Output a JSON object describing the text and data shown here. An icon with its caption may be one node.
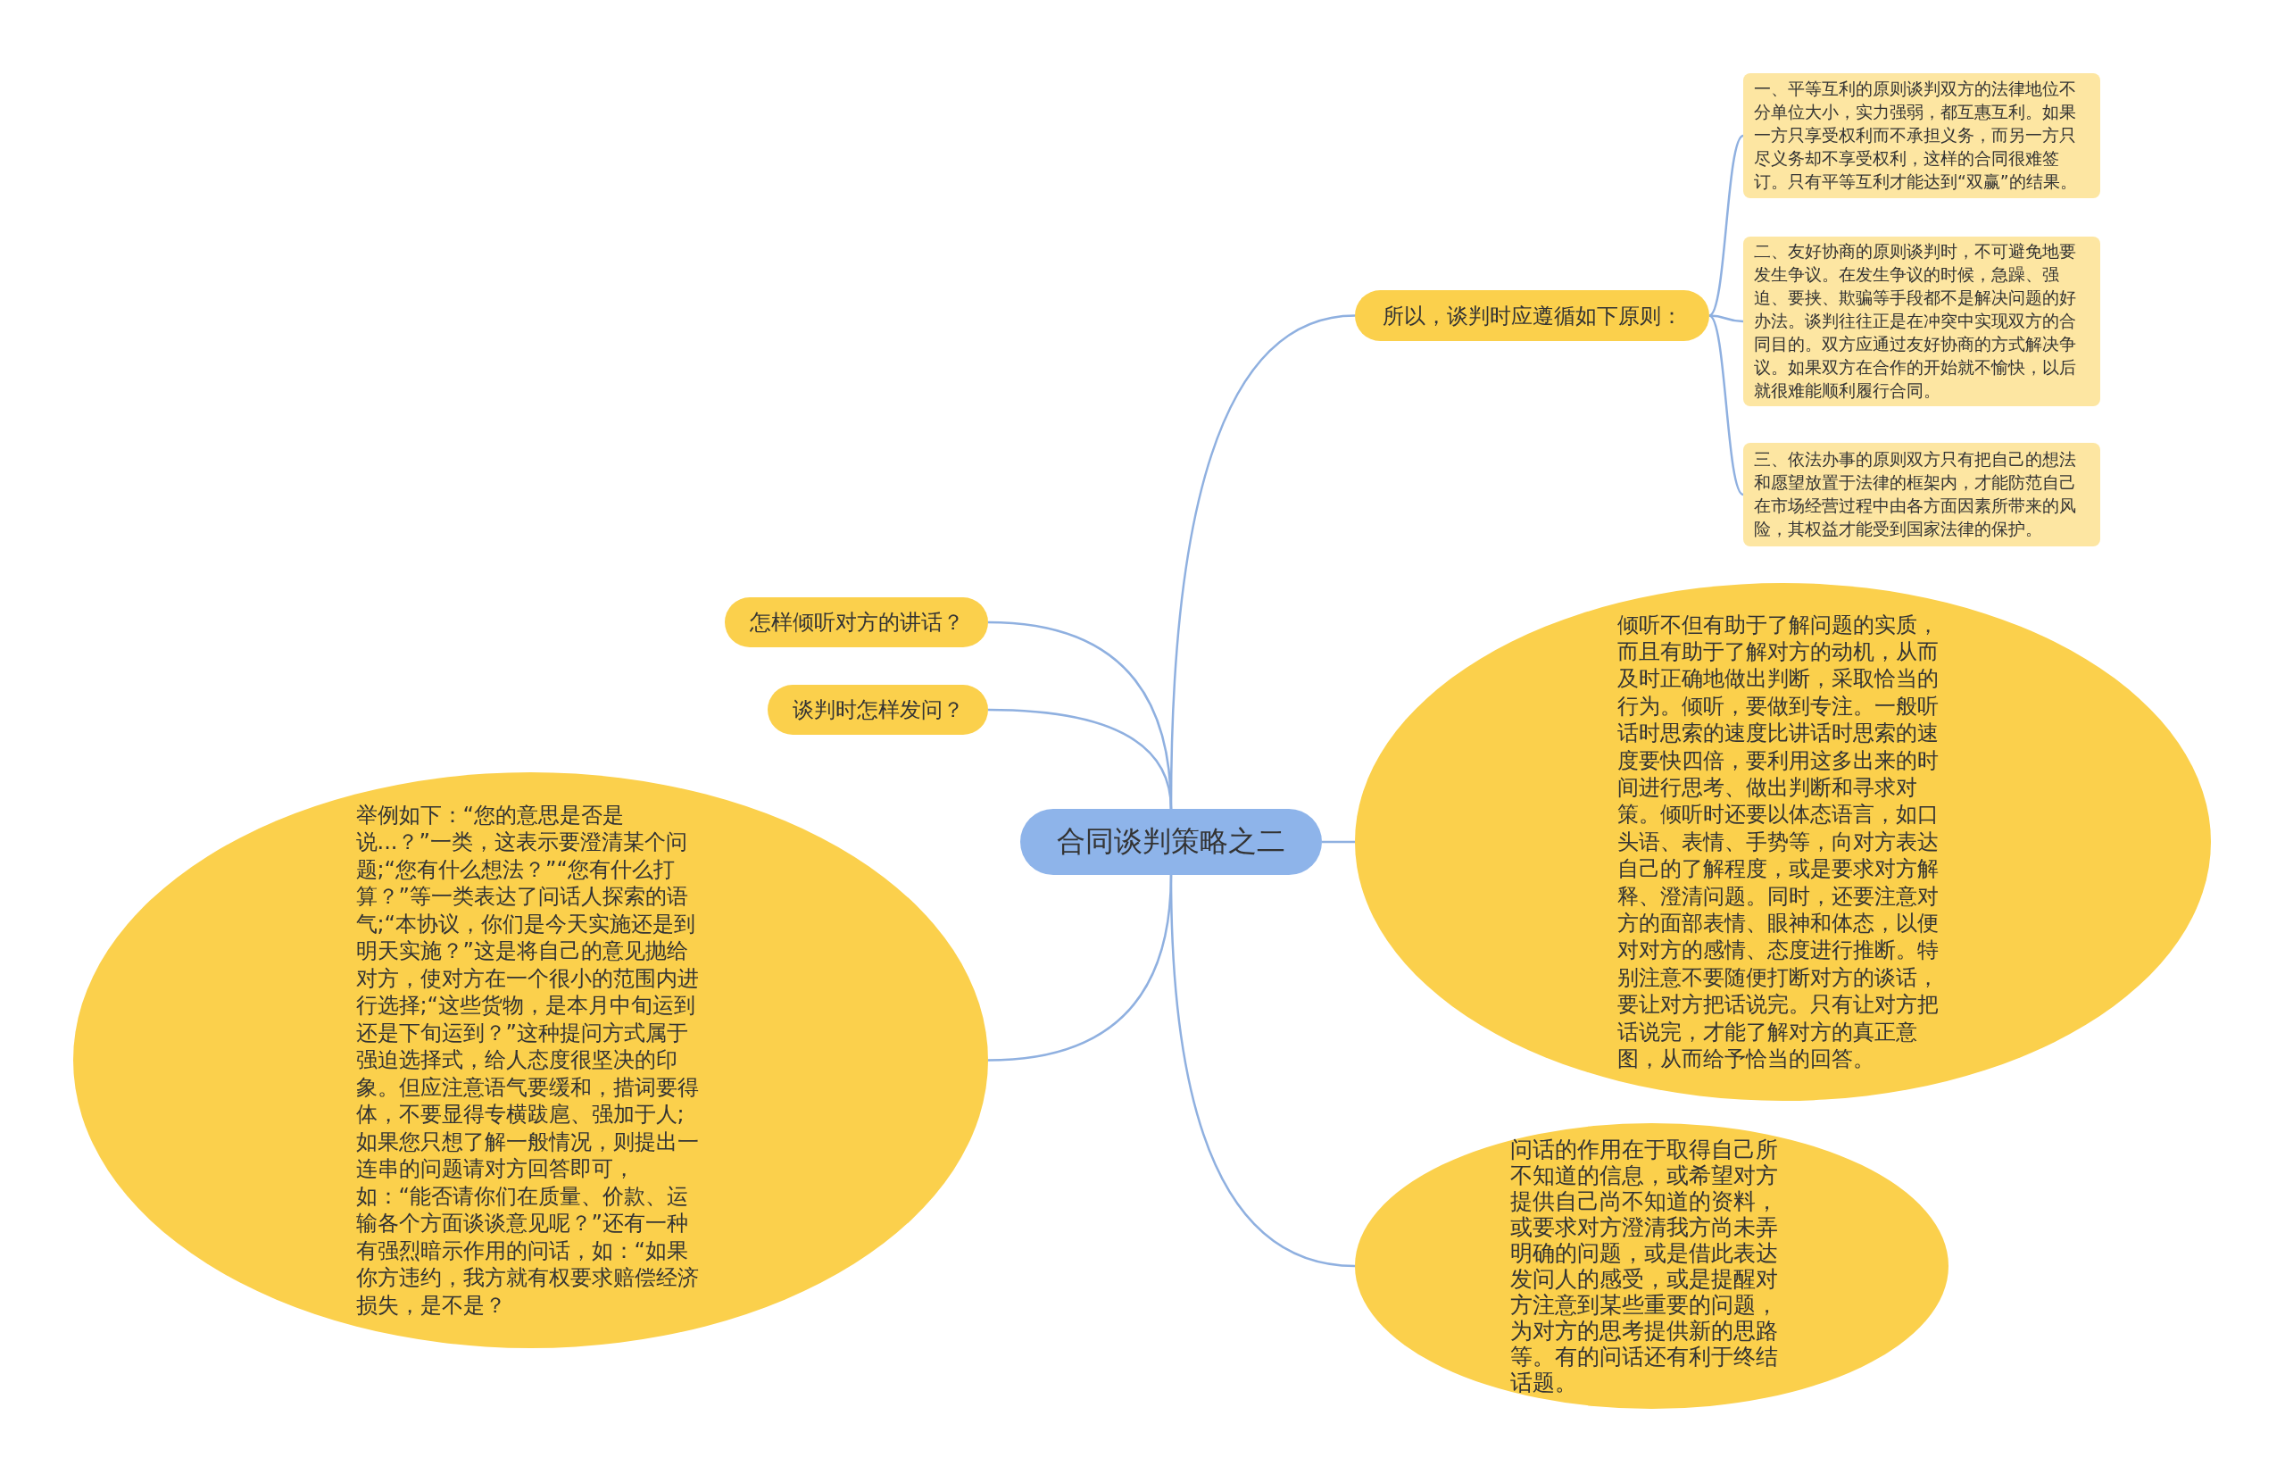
{
  "diagram": {
    "nodes": [
      {
        "text": [
          "合同谈判策略之二"
        ]
      },
      {
        "text": [
          "所以，谈判时应遵循如下原则："
        ]
      },
      {
        "text": [
          "一、平等互利的原则谈判双方的法律地位不分单位大小，实力强弱，都互惠互利。如果一方只享受权利而不承担义务，而另一方只尽义务却不享受权利，这样的合同很难签订。只有平等互利才能达到“双赢”的结果。"
        ]
      },
      {
        "text": [
          "二、友好协商的原则谈判时，不可避免地要发生争议。在发生争议的时候，急躁、强迫、要挟、欺骗等手段都不是解决问题的好办法。谈判往往正是在冲突中实现双方的合同目的。双方应通过友好协商的方式解决争议。如果双方在合作的开始就不愉快，以后就很难能顺利履行合同。"
        ]
      },
      {
        "text": [
          "三、依法办事的原则双方只有把自己的想法和愿望放置于法律的框架内，才能防范自己在市场经营过程中由各方面因素所带来的风险，其权益才能受到国家法律的保护。"
        ]
      },
      {
        "text": [
          "怎样倾听对方的讲话？"
        ]
      },
      {
        "text": [
          "谈判时怎样发问？"
        ]
      },
      {
        "text": [
          "举例如下：“您的意思是否是说...？”一类，这表示要澄清某个问题;“您有什么想法？”“您有什么打算？”等一类表达了问话人探索的语气;“本协议，你们是今天实施还是到明天实施？”这是将自己的意见抛给对方，使对方在一个很小的范围内进行选择;“这些货物，是本月中旬运到还是下旬运到？”这种提问方式属于强迫选择式，给人态度很坚决的印象。但应注意语气要缓和，措词要得体，不要显得专横跋扈、强加于人;如果您只想了解一般情况，则提出一连串的问题请对方回答即可，如：“能否请你们在质量、价款、运输各个方面谈谈意见呢？”还有一种有强烈暗示作用的问话，如：“如果你方违约，我方就有权要求赔偿经济损失，是不是？"
        ]
      },
      {
        "text": [
          "倾听不但有助于了解问题的实质，而且有助于了解对方的动机，从而及时正确地做出判断，采取恰当的行为。倾听，要做到专注。一般听话时思索的速度比讲话时思索的速度要快四倍，要利用这多出来的时间进行思考、做出判断和寻求对策。倾听时还要以体态语言，如口头语、表情、手势等，向对方表达自己的了解程度，或是要求对方解释、澄清问题。同时，还要注意对方的面部表情、眼神和体态，以便对对方的感情、态度进行推断。特别注意不要随便打断对方的谈话，要让对方把话说完。只有让对方把话说完，才能了解对方的真正意图，从而给予恰当的回答。"
        ]
      },
      {
        "text": [
          "问话的作用在于取得自己所不知道的信息，或希望对方提供自己尚不知道的资料，或要求对方澄清我方尚未弄明确的问题，或是借此表达发问人的感受，或是提醒对方注意到某些重要的问题，为对方的思考提供新的思路等。有的问话还有利于终结话题。"
        ]
      }
    ],
    "edges": [
      {
        "from": 0,
        "to": 1,
        "arrow": "none"
      },
      {
        "from": 1,
        "to": 2,
        "arrow": "none"
      },
      {
        "from": 1,
        "to": 3,
        "arrow": "none"
      },
      {
        "from": 1,
        "to": 4,
        "arrow": "none"
      },
      {
        "from": 0,
        "to": 5,
        "arrow": "none"
      },
      {
        "from": 0,
        "to": 6,
        "arrow": "none"
      },
      {
        "from": 0,
        "to": 7,
        "arrow": "none"
      },
      {
        "from": 0,
        "to": 8,
        "arrow": "none"
      },
      {
        "from": 0,
        "to": 9,
        "arrow": "none"
      }
    ]
  }
}
